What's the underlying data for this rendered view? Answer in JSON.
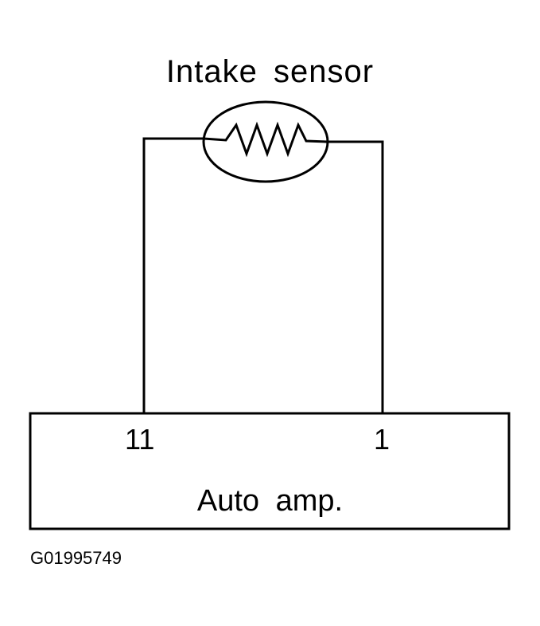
{
  "sensor": {
    "label": "Intake sensor",
    "symbol": "thermistor-resistor"
  },
  "module": {
    "label": "Auto amp.",
    "pins": [
      "11",
      "1"
    ]
  },
  "figure_id": "G01995749",
  "colors": {
    "line": "#000000",
    "background": "#ffffff"
  }
}
